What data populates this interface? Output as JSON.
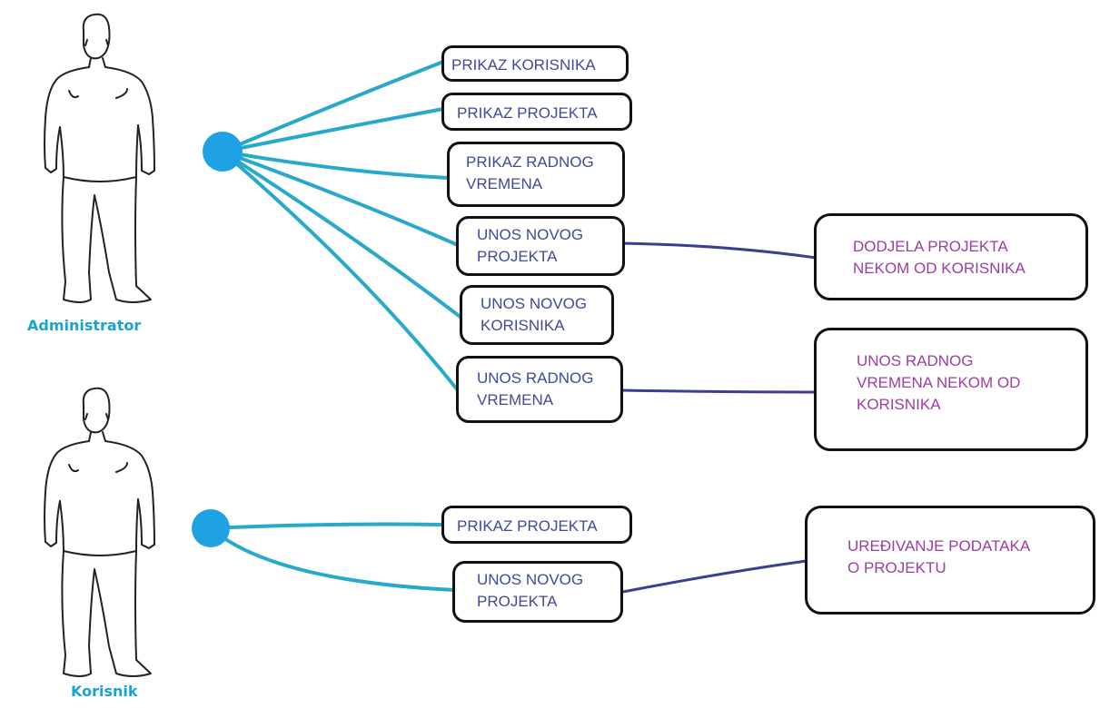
{
  "actors": {
    "administrator": {
      "label": "Administrator"
    },
    "korisnik": {
      "label": "Korisnik"
    }
  },
  "use_cases": {
    "prikaz_korisnika": [
      "PRIKAZ KORISNIKA"
    ],
    "prikaz_projekta": [
      "PRIKAZ PROJEKTA"
    ],
    "prikaz_radnog_vremena": [
      "PRIKAZ RADNOG",
      "VREMENA"
    ],
    "unos_novog_projekta": [
      "UNOS NOVOG",
      "PROJEKTA"
    ],
    "unos_novog_korisnika": [
      "UNOS NOVOG",
      "KORISNIKA"
    ],
    "unos_radnog_vremena": [
      "UNOS RADNOG",
      "VREMENA"
    ],
    "dodjela_projekta": [
      "DODJELA PROJEKTA",
      "NEKOM OD KORISNIKA"
    ],
    "unos_radnog_vremena_korisnika": [
      "UNOS RADNOG",
      "VREMENA NEKOM OD",
      "KORISNIKA"
    ],
    "k_prikaz_projekta": [
      "PRIKAZ PROJEKTA"
    ],
    "k_unos_novog_projekta": [
      "UNOS NOVOG",
      "PROJEKTA"
    ],
    "uredivanje_podataka": [
      "UREĐIVANJE PODATAKA",
      "O PROJEKTU"
    ]
  },
  "colors": {
    "actor_connector": "#1ea2e3",
    "actor_line": "#27a9c9",
    "extension_line": "#3b3f8f",
    "box_text": "#3e4a9a",
    "extension_text": "#9a3fa0",
    "actor_label": "#1aa3d1"
  }
}
